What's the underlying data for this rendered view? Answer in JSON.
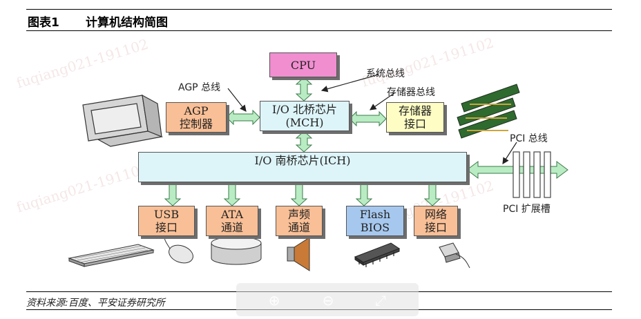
{
  "header": {
    "figure_no": "图表1",
    "title": "计算机结构简图"
  },
  "diagram": {
    "cpu": "CPU",
    "mch": [
      "I/O 北桥芯片",
      "(MCH)"
    ],
    "agp_ctrl": [
      "AGP",
      "控制器"
    ],
    "mem_if": [
      "存储器",
      "接口"
    ],
    "ich": "I/O 南桥芯片(ICH)",
    "usb": [
      "USB",
      "接口"
    ],
    "ata": [
      "ATA",
      "通道"
    ],
    "audio": [
      "声频",
      "通道"
    ],
    "flash": [
      "Flash",
      "BIOS"
    ],
    "net": [
      "网络",
      "接口"
    ],
    "label_system_bus": "系统总线",
    "label_agp_bus": "AGP 总线",
    "label_mem_bus": "存储器总线",
    "label_pci_bus": "PCI 总线",
    "label_pci_slot": "PCI 扩展槽"
  },
  "watermark": "fuqiang021-191102",
  "source": "资料来源:百度、平安证券研究所",
  "zoom_toolbar": {
    "zoom_in": "⊕",
    "zoom_out": "⊖",
    "reset": "⤢"
  }
}
